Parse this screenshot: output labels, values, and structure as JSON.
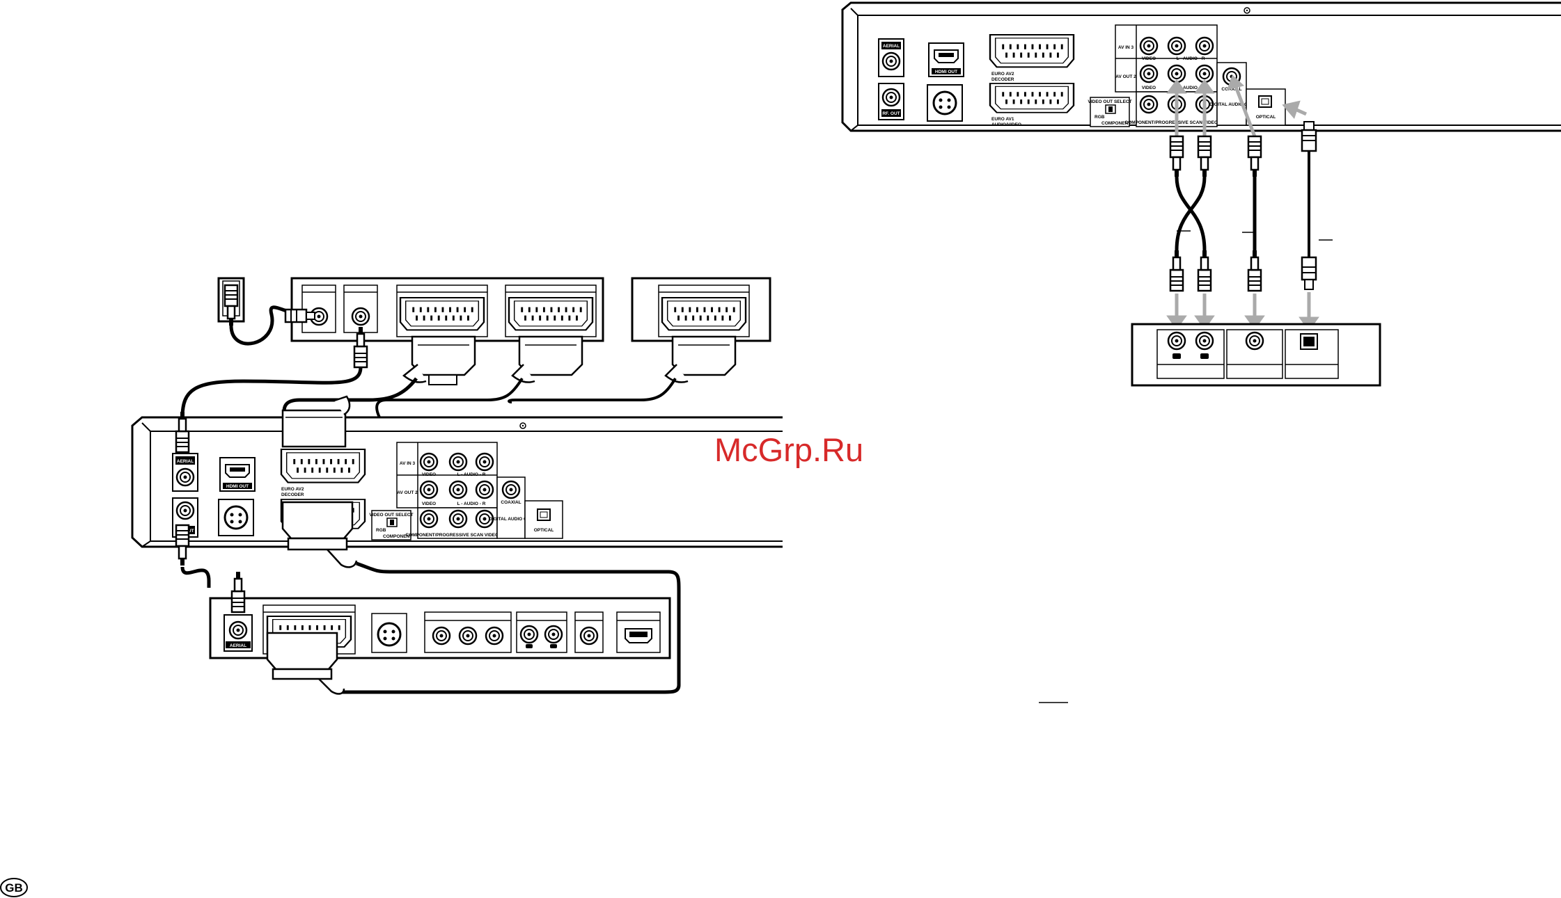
{
  "watermark": "McGrp.Ru",
  "page_badge": "GB",
  "left_diagram": {
    "recorder_panel": {
      "aerial": "AERIAL",
      "rf_out": "RF. OUT",
      "hdmi_out": "HDMI OUT",
      "euro_av2": "EURO AV2",
      "decoder": "DECODER",
      "av_in3": "AV IN 3",
      "av_out2": "AV OUT 2",
      "video_1": "VIDEO",
      "audio_1": "L - AUDIO - R",
      "video_2": "VIDEO",
      "audio_2": "L - AUDIO - R",
      "coaxial": "COAXIAL",
      "video_out_select": "VIDEO OUT SELECT",
      "rgb": "RGB",
      "component": "COMPONENT",
      "comp_prog": "COMPONENT/PROGRESSIVE SCAN VIDEO OUT",
      "digital_audio_out": "DIGITAL AUDIO OUT",
      "optical": "OPTICAL"
    },
    "tv": {
      "aerial": "AERIAL"
    }
  },
  "right_diagram": {
    "recorder_panel": {
      "aerial": "AERIAL",
      "rf_out": "RF. OUT",
      "hdmi_out": "HDMI OUT",
      "euro_av2": "EURO AV2",
      "decoder": "DECODER",
      "euro_av1": "EURO AV1",
      "audio_video": "AUDIO/VIDEO",
      "av_in3": "AV IN 3",
      "av_out2": "AV OUT 2",
      "video_1": "VIDEO",
      "audio_1": "L - AUDIO - R",
      "video_2": "VIDEO",
      "audio_2": "L - AUDIO - R",
      "coaxial": "COAXIAL",
      "video_out_select": "VIDEO OUT SELECT",
      "rgb": "RGB",
      "component": "COMPONENT",
      "comp_prog": "COMPONENT/PROGRESSIVE SCAN VIDEO OUT",
      "digital_audio_out": "DIGITAL AUDIO OUT",
      "optical": "OPTICAL"
    }
  }
}
